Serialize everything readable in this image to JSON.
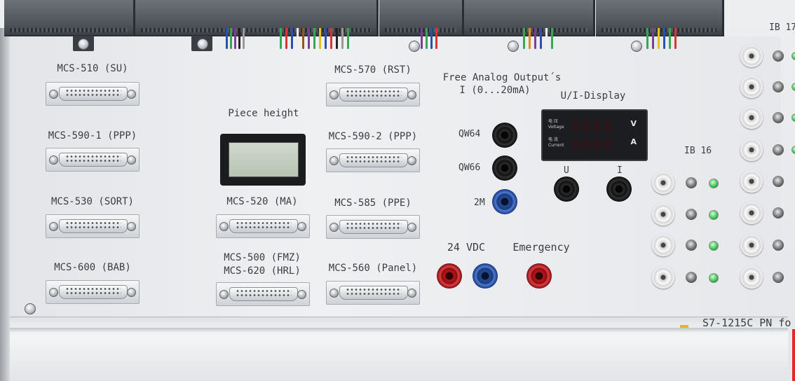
{
  "connectors": {
    "mcs510": "MCS-510 (SU)",
    "mcs590_1": "MCS-590-1 (PPP)",
    "mcs530": "MCS-530 (SORT)",
    "mcs600": "MCS-600 (BAB)",
    "mcs570": "MCS-570 (RST)",
    "mcs590_2": "MCS-590-2 (PPP)",
    "mcs585": "MCS-585 (PPE)",
    "mcs520": "MCS-520 (MA)",
    "mcs500": "MCS-500 (FMZ)",
    "mcs620": "MCS-620 (HRL)",
    "mcs560": "MCS-560 (Panel)"
  },
  "piece_height_label": "Piece height",
  "analog": {
    "title": "Free Analog Output´s",
    "range": "I (0...20mA)",
    "qw64": "QW64",
    "qw66": "QW66",
    "m2": "2M"
  },
  "display": {
    "title": "U/I-Display",
    "voltage_cn": "电 压",
    "voltage_label": "Voltage",
    "voltage_unit": "V",
    "current_cn": "电 流",
    "current_label": "Current",
    "current_unit": "A",
    "u_label": "U",
    "i_label": "I"
  },
  "power": {
    "vdc": "24 VDC",
    "emergency": "Emergency"
  },
  "inputs": {
    "ib16": "IB 16",
    "ib17": "IB 17"
  },
  "footer": {
    "plc": "S7-1215C PN fo"
  },
  "colors": {
    "panel": "#e9eaec",
    "jack_black": "#111111",
    "jack_blue": "#1b3c83",
    "jack_red": "#b5161a",
    "led_green": "#35c14e"
  }
}
